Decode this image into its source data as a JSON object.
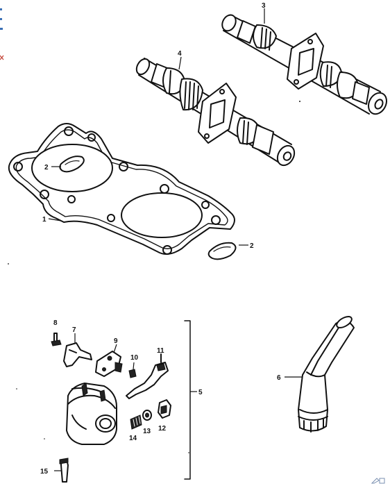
{
  "diagram": {
    "parts": [
      {
        "key": "gasket",
        "label": "1"
      },
      {
        "key": "oring_a",
        "label": "2"
      },
      {
        "key": "oring_b",
        "label": "2"
      },
      {
        "key": "camshaft_upper",
        "label": "3"
      },
      {
        "key": "camshaft_lower",
        "label": "4"
      },
      {
        "key": "pipe",
        "label": "5"
      },
      {
        "key": "assembly",
        "label": "6"
      },
      {
        "key": "lever",
        "label": "7"
      },
      {
        "key": "pin",
        "label": "8"
      },
      {
        "key": "plate",
        "label": "9"
      },
      {
        "key": "screw",
        "label": "10"
      },
      {
        "key": "arm",
        "label": "11"
      },
      {
        "key": "nut",
        "label": "12"
      },
      {
        "key": "washer",
        "label": "13"
      },
      {
        "key": "spring",
        "label": "14"
      },
      {
        "key": "bolt",
        "label": "15"
      }
    ]
  },
  "icons": {
    "left_edge": "browser-edge-icons",
    "corner": "page-corner-icon"
  },
  "colors": {
    "ink": "#111111",
    "edge_blue": "#3a6fb5",
    "edge_red": "#c0392b"
  }
}
